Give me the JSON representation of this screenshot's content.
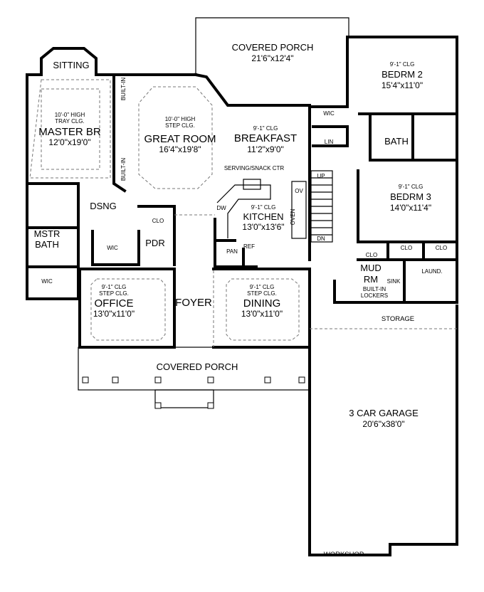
{
  "rooms": {
    "rear_porch": {
      "name": "COVERED PORCH",
      "dims": "21'6\"x12'4\""
    },
    "sitting": {
      "name": "SITTING"
    },
    "master": {
      "ceiling1": "10'-0\" HIGH",
      "ceiling2": "TRAY CLG.",
      "name": "MASTER BR",
      "dims": "12'0\"x19'0\""
    },
    "great": {
      "ceiling1": "10'-0\" HIGH",
      "ceiling2": "STEP CLG.",
      "name": "GREAT ROOM",
      "dims": "16'4\"x19'8\""
    },
    "breakfast": {
      "ceiling": "9'-1\" CLG",
      "name": "BREAKFAST",
      "dims": "11'2\"x9'0\""
    },
    "bed2": {
      "ceiling": "9'-1\" CLG",
      "name": "BEDRM 2",
      "dims": "15'4\"x11'0\""
    },
    "bed3": {
      "ceiling": "9'-1\" CLG",
      "name": "BEDRM 3",
      "dims": "14'0\"x11'4\""
    },
    "kitchen": {
      "ceiling": "9'-1\" CLG",
      "name": "KITCHEN",
      "dims": "13'0\"x13'6\""
    },
    "office": {
      "ceiling1": "9'-1\" CLG",
      "ceiling2": "STEP CLG.",
      "name": "OFFICE",
      "dims": "13'0\"x11'0\""
    },
    "dining": {
      "ceiling1": "9'-1\" CLG",
      "ceiling2": "STEP CLG.",
      "name": "DINING",
      "dims": "13'0\"x11'0\""
    },
    "foyer": {
      "name": "FOYER"
    },
    "front_porch": {
      "name": "COVERED PORCH"
    },
    "garage": {
      "name": "3 CAR GARAGE",
      "dims": "20'6\"x38'0\""
    },
    "mud": {
      "name1": "MUD",
      "name2": "RM",
      "lockers1": "BUILT-IN",
      "lockers2": "LOCKERS"
    },
    "storage": {
      "name": "STORAGE"
    },
    "workshop": {
      "name": "WORKSHOP"
    },
    "bath": {
      "name": "BATH"
    },
    "mstr_bath": {
      "name1": "MSTR",
      "name2": "BATH"
    },
    "dsng": {
      "name": "DSNG"
    },
    "pdr": {
      "name": "PDR"
    }
  },
  "labels": {
    "built_in": "BUILT-IN",
    "wic": "WIC",
    "lin": "LIN",
    "clo": "CLO",
    "serving": "SERVING/SNACK CTR",
    "up": "UP",
    "dn": "DN",
    "ov": "OV",
    "oven": "OVEN",
    "dw": "DW",
    "pan": "PAN",
    "ref": "REF",
    "laund": "LAUND.",
    "sink": "SINK"
  }
}
